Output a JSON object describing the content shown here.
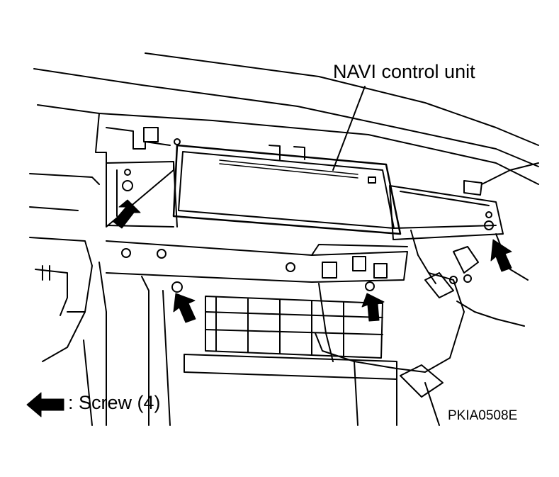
{
  "figure": {
    "callout_label": "NAVI control unit",
    "legend": {
      "icon": "arrow-left-icon",
      "text": ":  Screw (4)"
    },
    "figure_id": "PKIA0508E"
  }
}
